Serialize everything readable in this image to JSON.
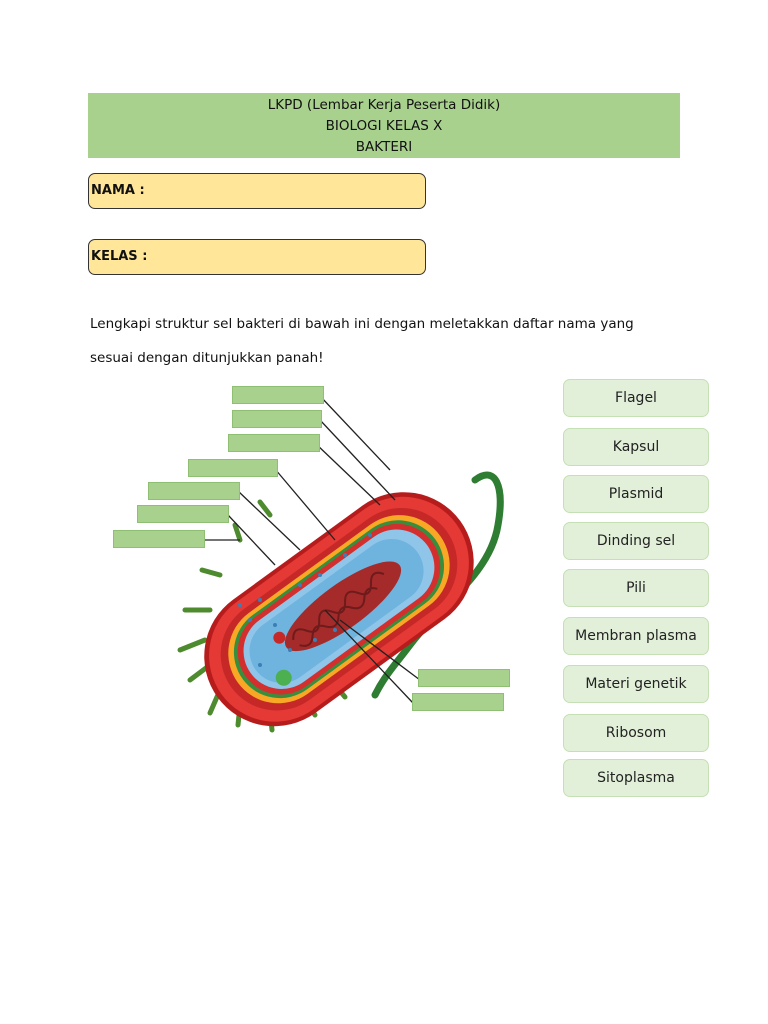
{
  "header": {
    "line1": "LKPD (Lembar Kerja Peserta Didik)",
    "line2": "BIOLOGI KELAS X",
    "line3": "BAKTERI"
  },
  "form": {
    "nama_label": "NAMA :",
    "kelas_label": "KELAS :"
  },
  "instruction": {
    "line1": "Lengkapi struktur sel bakteri di bawah ini dengan meletakkan daftar nama yang",
    "line2": "sesuai dengan ditunjukkan panah!"
  },
  "options": [
    "Flagel",
    "Kapsul",
    "Plasmid",
    "Dinding sel",
    "Pili",
    "Membran plasma",
    "Materi genetik",
    "Ribosom",
    "Sitoplasma"
  ],
  "colors": {
    "header_bg": "#a9d18e",
    "field_bg": "#ffe699",
    "option_bg": "#e2f0d9",
    "label_box_bg": "#a9d18e"
  }
}
